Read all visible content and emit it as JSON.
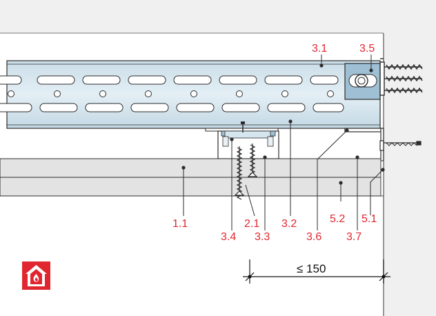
{
  "labels": {
    "l_1_1": "1.1",
    "l_2_1": "2.1",
    "l_3_1": "3.1",
    "l_3_2": "3.2",
    "l_3_3": "3.3",
    "l_3_4": "3.4",
    "l_3_5": "3.5",
    "l_3_6": "3.6",
    "l_3_7": "3.7",
    "l_5_1": "5.1",
    "l_5_2": "5.2"
  },
  "dimension": {
    "text": "≤ 150"
  },
  "icon": "fire-protection-house-icon",
  "colors": {
    "label_red": "#e0262e",
    "profile_blue": "#d5e6ef",
    "board_grey": "#e3e3e3",
    "ceiling_grey": "#f0f0f0",
    "wall_grey": "#f0f0f0",
    "outline": "#2b2b2b",
    "icon_red": "#e0262e"
  }
}
